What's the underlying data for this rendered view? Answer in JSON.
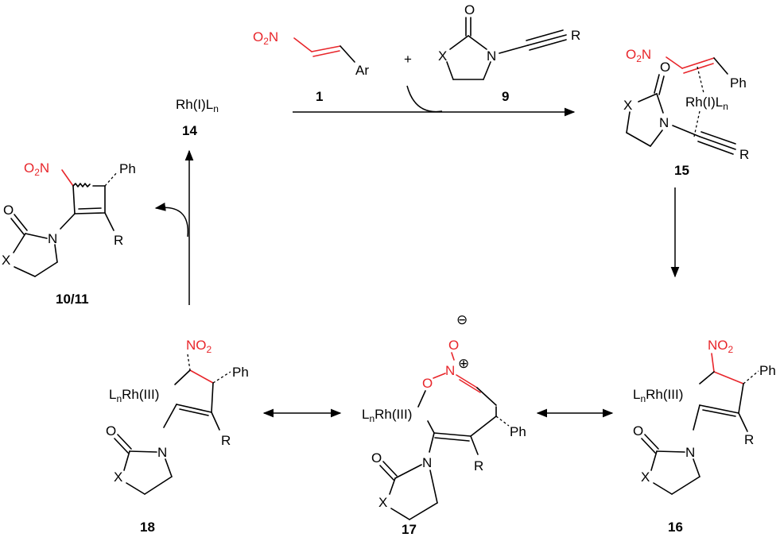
{
  "labels": {
    "no2_a": "O",
    "no2_b": "2",
    "no2_c": "N",
    "no2_right_a": "NO",
    "no2_right_b": "2",
    "ar": "Ar",
    "plus": "+",
    "o": "O",
    "x": "X",
    "n": "N",
    "r": "R",
    "ph": "Ph",
    "rh_a": "Rh(I)L",
    "rh_b": "n",
    "lnrh_a": "L",
    "lnrh_b": "n",
    "lnrh_c": "Rh(III)",
    "o_minus": "O",
    "minus": "⊖",
    "n_plus": "N",
    "plus_charge": "⊕",
    "o_link": "O"
  },
  "compounds": {
    "c1": "1",
    "c9": "9",
    "c14": "14",
    "c15": "15",
    "c16": "16",
    "c17": "17",
    "c18": "18",
    "c10_11": "10/11"
  },
  "colors": {
    "red": "#e8262b",
    "black": "#000000"
  }
}
